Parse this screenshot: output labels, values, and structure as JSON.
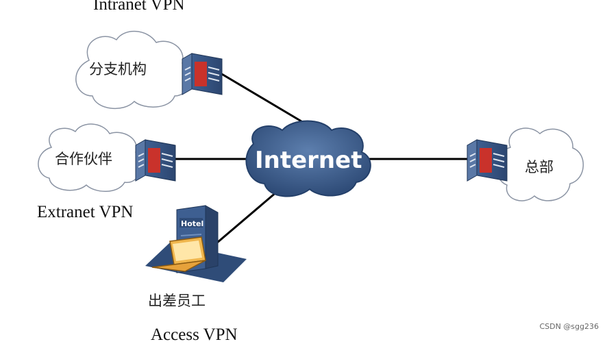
{
  "labels": {
    "intranet_vpn": "Intranet VPN",
    "extranet_vpn": "Extranet VPN",
    "access_vpn": "Access VPN"
  },
  "nodes": {
    "branch": "分支机构",
    "partner": "合作伙伴",
    "headquarters": "总部",
    "traveling_staff": "出差员工",
    "internet": "Internet",
    "hotel": "Hotel"
  },
  "watermark": "CSDN @sgg236",
  "colors": {
    "internet_cloud": "#3d5f8e",
    "line": "#000000",
    "cloud_outline": "#8a93a3"
  },
  "icons": [
    "firewall-icon",
    "cloud-icon",
    "hotel-building-icon",
    "laptop-icon"
  ]
}
